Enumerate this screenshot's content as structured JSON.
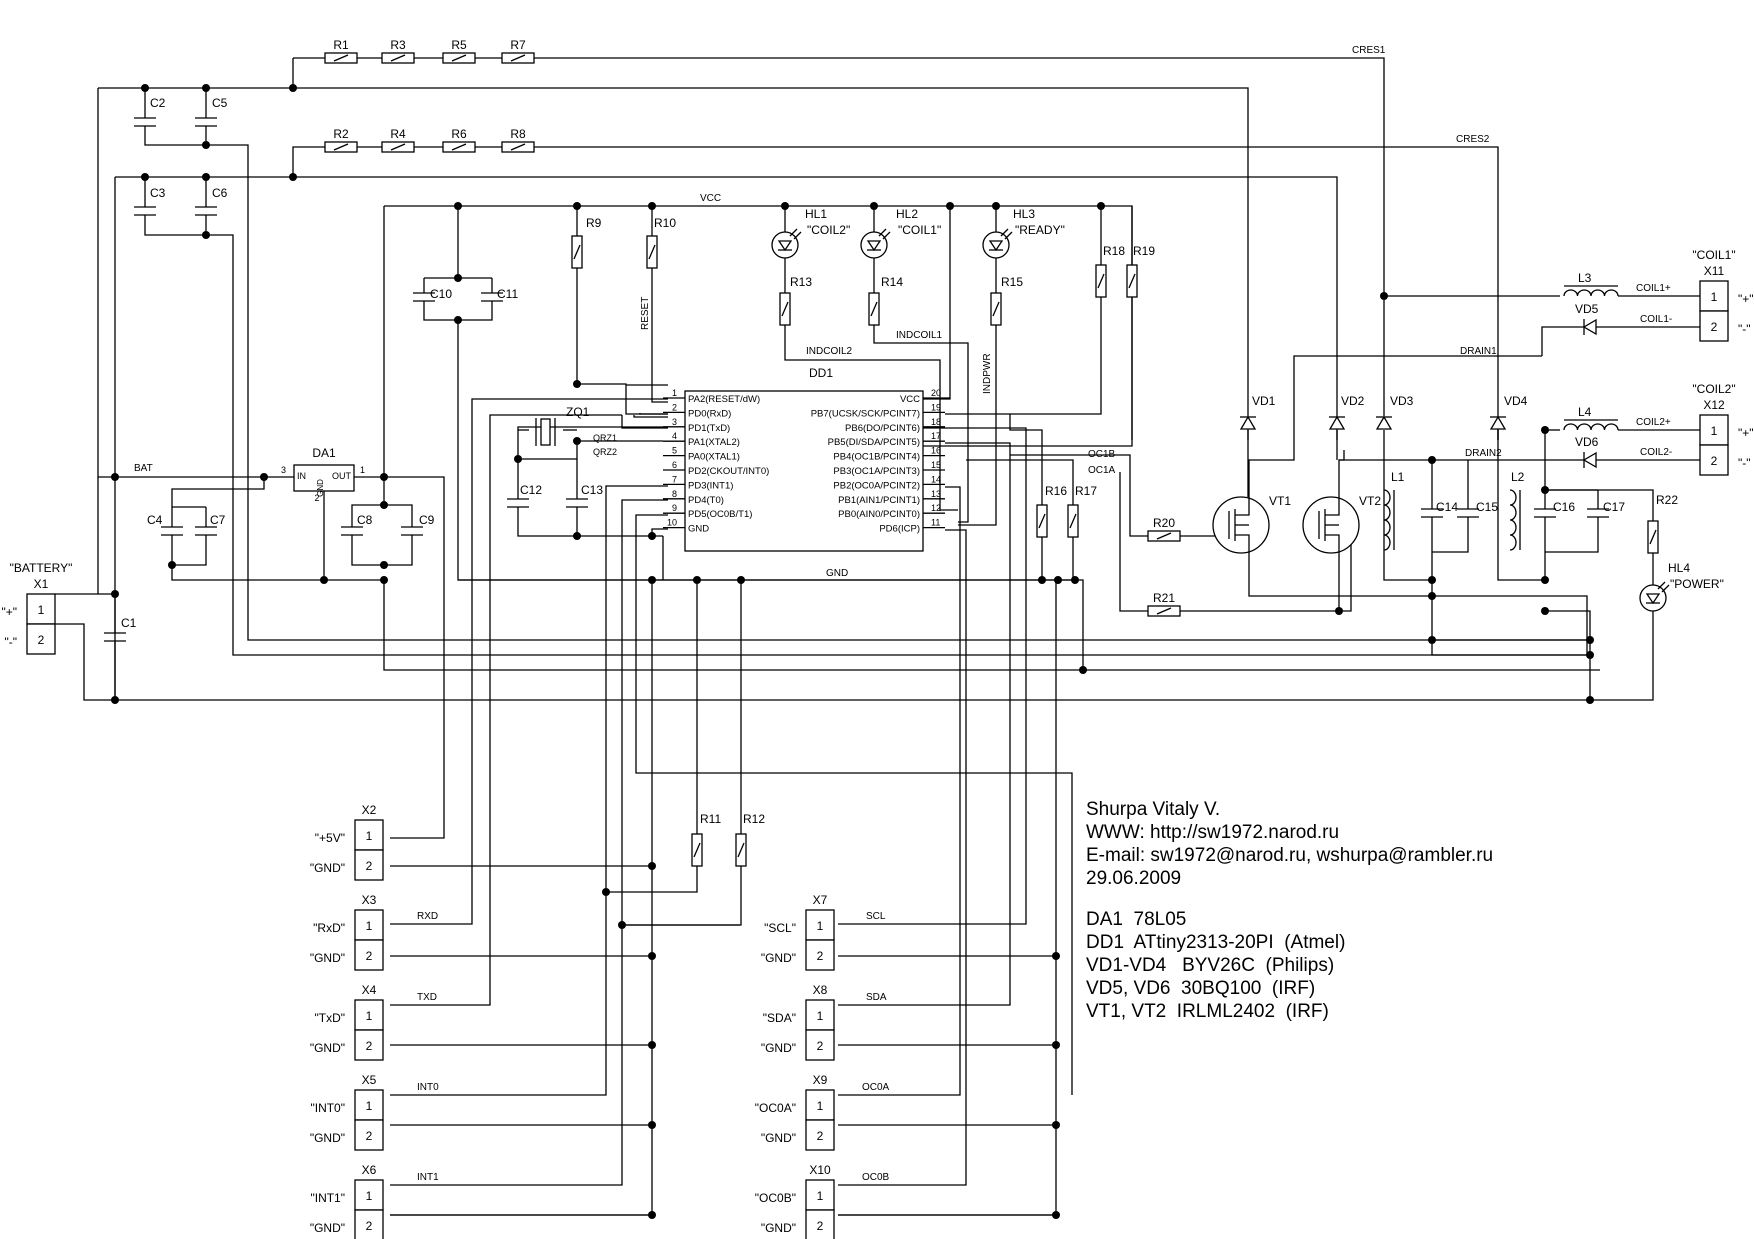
{
  "schematic": {
    "ic_dd1": {
      "ref": "DD1",
      "left_pins": [
        {
          "num": "1",
          "name": "PA2(RESET/dW)"
        },
        {
          "num": "2",
          "name": "PD0(RxD)"
        },
        {
          "num": "3",
          "name": "PD1(TxD)"
        },
        {
          "num": "4",
          "name": "PA1(XTAL2)"
        },
        {
          "num": "5",
          "name": "PA0(XTAL1)"
        },
        {
          "num": "6",
          "name": "PD2(CKOUT/INT0)"
        },
        {
          "num": "7",
          "name": "PD3(INT1)"
        },
        {
          "num": "8",
          "name": "PD4(T0)"
        },
        {
          "num": "9",
          "name": "PD5(OC0B/T1)"
        },
        {
          "num": "10",
          "name": "GND"
        }
      ],
      "right_pins": [
        {
          "num": "20",
          "name": "VCC"
        },
        {
          "num": "19",
          "name": "PB7(UCSK/SCK/PCINT7)"
        },
        {
          "num": "18",
          "name": "PB6(DO/PCINT6)"
        },
        {
          "num": "17",
          "name": "PB5(DI/SDA/PCINT5)"
        },
        {
          "num": "16",
          "name": "PB4(OC1B/PCINT4)"
        },
        {
          "num": "15",
          "name": "PB3(OC1A/PCINT3)"
        },
        {
          "num": "14",
          "name": "PB2(OC0A/PCINT2)"
        },
        {
          "num": "13",
          "name": "PB1(AIN1/PCINT1)"
        },
        {
          "num": "12",
          "name": "PB0(AIN0/PCINT0)"
        },
        {
          "num": "11",
          "name": "PD6(ICP)"
        }
      ]
    },
    "da1": {
      "ref": "DA1",
      "in": "IN",
      "gnd": "GND",
      "out": "OUT",
      "pin_in": "3",
      "pin_gnd": "2",
      "pin_out": "1"
    },
    "resistors": [
      {
        "ref": "R1"
      },
      {
        "ref": "R3"
      },
      {
        "ref": "R5"
      },
      {
        "ref": "R7"
      },
      {
        "ref": "R2"
      },
      {
        "ref": "R4"
      },
      {
        "ref": "R6"
      },
      {
        "ref": "R8"
      },
      {
        "ref": "R9"
      },
      {
        "ref": "R10"
      },
      {
        "ref": "R13"
      },
      {
        "ref": "R14"
      },
      {
        "ref": "R15"
      },
      {
        "ref": "R18"
      },
      {
        "ref": "R19"
      },
      {
        "ref": "R16"
      },
      {
        "ref": "R17"
      },
      {
        "ref": "R20"
      },
      {
        "ref": "R21"
      },
      {
        "ref": "R22"
      },
      {
        "ref": "R11"
      },
      {
        "ref": "R12"
      }
    ],
    "capacitors": [
      {
        "ref": "C2"
      },
      {
        "ref": "C5"
      },
      {
        "ref": "C3"
      },
      {
        "ref": "C6"
      },
      {
        "ref": "C10"
      },
      {
        "ref": "C11"
      },
      {
        "ref": "C12"
      },
      {
        "ref": "C13"
      },
      {
        "ref": "C4"
      },
      {
        "ref": "C7"
      },
      {
        "ref": "C8"
      },
      {
        "ref": "C9"
      },
      {
        "ref": "C1"
      },
      {
        "ref": "C14"
      },
      {
        "ref": "C15"
      },
      {
        "ref": "C16"
      },
      {
        "ref": "C17"
      }
    ],
    "leds": [
      {
        "ref": "HL1",
        "label": "\"COIL2\""
      },
      {
        "ref": "HL2",
        "label": "\"COIL1\""
      },
      {
        "ref": "HL3",
        "label": "\"READY\""
      },
      {
        "ref": "HL4",
        "label": "\"POWER\""
      }
    ],
    "diodes": [
      {
        "ref": "VD1"
      },
      {
        "ref": "VD2"
      },
      {
        "ref": "VD3"
      },
      {
        "ref": "VD4"
      },
      {
        "ref": "VD5"
      },
      {
        "ref": "VD6"
      }
    ],
    "transistors": [
      {
        "ref": "VT1"
      },
      {
        "ref": "VT2"
      }
    ],
    "inductors": [
      {
        "ref": "L1"
      },
      {
        "ref": "L2"
      },
      {
        "ref": "L3"
      },
      {
        "ref": "L4"
      }
    ],
    "crystal": {
      "ref": "ZQ1"
    },
    "nets": {
      "vcc": "VCC",
      "gnd": "GND",
      "bat": "BAT",
      "cres1": "CRES1",
      "cres2": "CRES2",
      "reset": "RESET",
      "indcoil2": "INDCOIL2",
      "indcoil1": "INDCOIL1",
      "indpwr": "INDPWR",
      "qrz1": "QRZ1",
      "qrz2": "QRZ2",
      "oc1b": "OC1B",
      "oc1a": "OC1A",
      "drain1": "DRAIN1",
      "drain2": "DRAIN2",
      "coil1p": "COIL1+",
      "coil1m": "COIL1-",
      "coil2p": "COIL2+",
      "coil2m": "COIL2-",
      "rxd": "RXD",
      "txd": "TXD",
      "int0": "INT0",
      "int1": "INT1",
      "scl": "SCL",
      "sda": "SDA",
      "oc0a": "OC0A",
      "oc0b": "OC0B"
    },
    "connectors": [
      {
        "ref": "X1",
        "title": "\"BATTERY\"",
        "pin1_label": "\"+\"",
        "pin2_label": "\"-\"",
        "pin1": "1",
        "pin2": "2"
      },
      {
        "ref": "X2",
        "pin1_label": "\"+5V\"",
        "pin2_label": "\"GND\"",
        "pin1": "1",
        "pin2": "2"
      },
      {
        "ref": "X3",
        "pin1_label": "\"RxD\"",
        "pin2_label": "\"GND\"",
        "pin1": "1",
        "pin2": "2"
      },
      {
        "ref": "X4",
        "pin1_label": "\"TxD\"",
        "pin2_label": "\"GND\"",
        "pin1": "1",
        "pin2": "2"
      },
      {
        "ref": "X5",
        "pin1_label": "\"INT0\"",
        "pin2_label": "\"GND\"",
        "pin1": "1",
        "pin2": "2"
      },
      {
        "ref": "X6",
        "pin1_label": "\"INT1\"",
        "pin2_label": "\"GND\"",
        "pin1": "1",
        "pin2": "2"
      },
      {
        "ref": "X7",
        "pin1_label": "\"SCL\"",
        "pin2_label": "\"GND\"",
        "pin1": "1",
        "pin2": "2"
      },
      {
        "ref": "X8",
        "pin1_label": "\"SDA\"",
        "pin2_label": "\"GND\"",
        "pin1": "1",
        "pin2": "2"
      },
      {
        "ref": "X9",
        "pin1_label": "\"OC0A\"",
        "pin2_label": "\"GND\"",
        "pin1": "1",
        "pin2": "2"
      },
      {
        "ref": "X10",
        "pin1_label": "\"OC0B\"",
        "pin2_label": "\"GND\"",
        "pin1": "1",
        "pin2": "2"
      },
      {
        "ref": "X11",
        "title": "\"COIL1\"",
        "pin1_label": "\"+\"",
        "pin2_label": "\"-\"",
        "pin1": "1",
        "pin2": "2"
      },
      {
        "ref": "X12",
        "title": "\"COIL2\"",
        "pin1_label": "\"+\"",
        "pin2_label": "\"-\"",
        "pin1": "1",
        "pin2": "2"
      }
    ]
  },
  "author_note": {
    "name": "Shurpa Vitaly V.",
    "www": "WWW: http://sw1972.narod.ru",
    "email": "E-mail: sw1972@narod.ru, wshurpa@rambler.ru",
    "date": "29.06.2009",
    "parts": [
      "DA1  78L05",
      "DD1  ATtiny2313-20PI  (Atmel)",
      "VD1-VD4   BYV26C  (Philips)",
      "VD5, VD6  30BQ100  (IRF)",
      "VT1, VT2  IRLML2402  (IRF)"
    ]
  }
}
